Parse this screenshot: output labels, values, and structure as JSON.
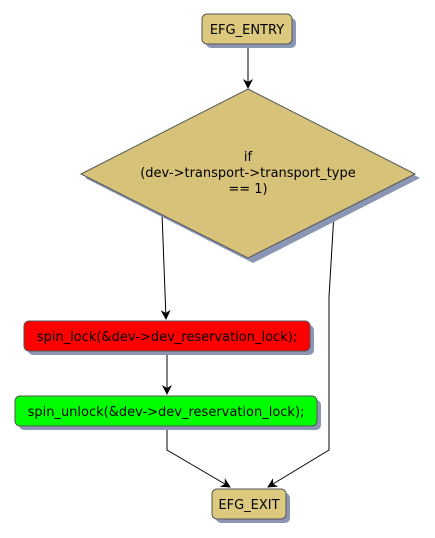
{
  "diagram": {
    "nodes": [
      {
        "id": "entry",
        "shape": "rounded-rect",
        "label": "EFG_ENTRY",
        "fill": "#dcc97e"
      },
      {
        "id": "cond",
        "shape": "diamond",
        "lines": [
          "if",
          "(dev->transport->transport_type",
          "== 1)"
        ],
        "fill": "#d7c27a"
      },
      {
        "id": "lock",
        "shape": "rounded-rect",
        "label": "spin_lock(&dev->dev_reservation_lock);",
        "fill": "#ff0000"
      },
      {
        "id": "unlock",
        "shape": "rounded-rect",
        "label": "spin_unlock(&dev->dev_reservation_lock);",
        "fill": "#00ff00"
      },
      {
        "id": "exit",
        "shape": "rounded-rect",
        "label": "EFG_EXIT",
        "fill": "#dcc97e"
      }
    ],
    "edges": [
      {
        "from": "entry",
        "to": "cond"
      },
      {
        "from": "cond",
        "to": "lock"
      },
      {
        "from": "lock",
        "to": "unlock"
      },
      {
        "from": "unlock",
        "to": "exit"
      },
      {
        "from": "cond",
        "to": "exit"
      }
    ],
    "colors": {
      "stroke": "#555555",
      "shadow": "#8a96b4",
      "edge": "#000000"
    }
  }
}
